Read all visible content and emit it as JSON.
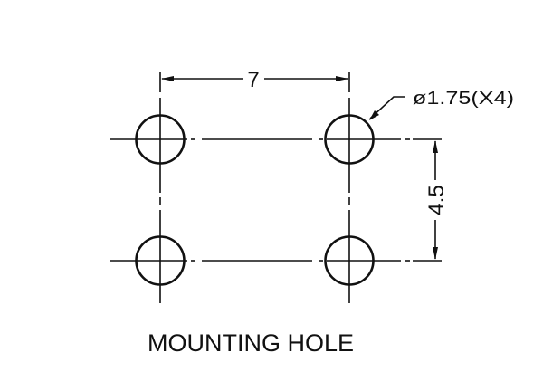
{
  "drawing": {
    "title": "MOUNTING HOLE",
    "horizontal_dimension": "7",
    "vertical_dimension": "4.5",
    "hole_callout": "ø1.75(X4)",
    "line_color": "#111111",
    "background": "#ffffff"
  }
}
